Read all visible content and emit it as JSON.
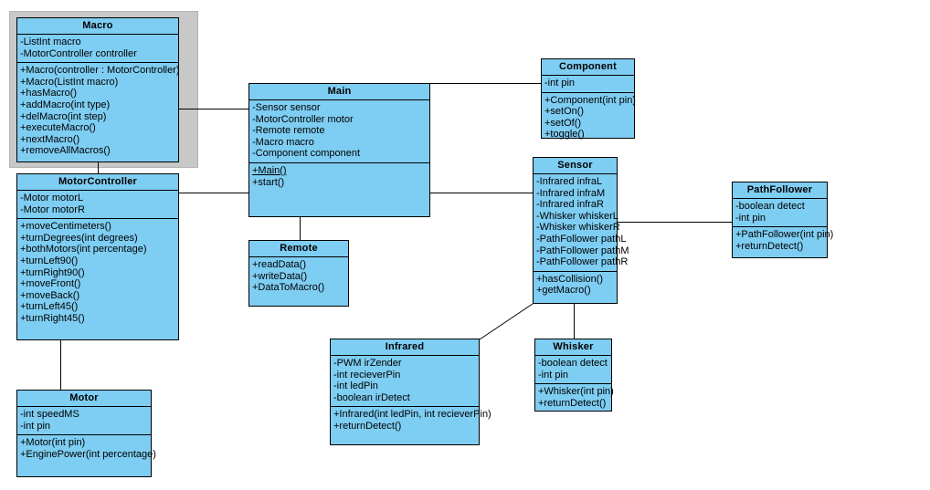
{
  "diagram": {
    "title": "UML Class Diagram",
    "style": {
      "class_fill": "#7ecdf2",
      "class_border": "#000000",
      "selection_frame": "#c8c8c8",
      "connector": "#000000",
      "background": "#ffffff"
    },
    "selection": {
      "target": "Macro"
    }
  },
  "classes": [
    {
      "id": "macro",
      "name": "Macro",
      "attributes": [
        "-ListInt macro",
        "-MotorController controller"
      ],
      "methods": [
        "+Macro(controller : MotorController)",
        "+Macro(ListInt macro)",
        "+hasMacro()",
        "+addMacro(int type)",
        "+delMacro(int step)",
        "+executeMacro()",
        "+nextMacro()",
        "+removeAllMacros()"
      ]
    },
    {
      "id": "motorcontroller",
      "name": "MotorController",
      "attributes": [
        "-Motor motorL",
        "-Motor motorR"
      ],
      "methods": [
        "+moveCentimeters()",
        "+turnDegrees(int degrees)",
        "+bothMotors(int percentage)",
        "+turnLeft90()",
        "+turnRight90()",
        "+moveFront()",
        "+moveBack()",
        "+turnLeft45()",
        "+turnRight45()"
      ]
    },
    {
      "id": "motor",
      "name": "Motor",
      "attributes": [
        "-int speedMS",
        "-int pin"
      ],
      "methods": [
        "+Motor(int pin)",
        "+EnginePower(int percentage)"
      ]
    },
    {
      "id": "main",
      "name": "Main",
      "attributes": [
        "-Sensor sensor",
        "-MotorController motor",
        "-Remote remote",
        "-Macro macro",
        "-Component component"
      ],
      "methods": [
        "+Main()",
        "+start()"
      ],
      "static_methods": [
        "+Main()"
      ]
    },
    {
      "id": "remote",
      "name": "Remote",
      "attributes": [],
      "methods": [
        "+readData()",
        "+writeData()",
        "+DataToMacro()"
      ]
    },
    {
      "id": "component",
      "name": "Component",
      "attributes": [
        "-int pin"
      ],
      "methods": [
        "+Component(int pin)",
        "+setOn()",
        "+setOf()",
        "+toggle()"
      ]
    },
    {
      "id": "sensor",
      "name": "Sensor",
      "attributes": [
        "-Infrared infraL",
        "-Infrared infraM",
        "-Infrared infraR",
        "-Whisker whiskerL",
        "-Whisker whiskerR",
        "-PathFollower pathL",
        "-PathFollower pathM",
        "-PathFollower pathR"
      ],
      "methods": [
        "+hasCollision()",
        "+getMacro()"
      ]
    },
    {
      "id": "pathfollower",
      "name": "PathFollower",
      "attributes": [
        "-boolean detect",
        "-int pin"
      ],
      "methods": [
        "+PathFollower(int pin)",
        "+returnDetect()"
      ]
    },
    {
      "id": "infrared",
      "name": "Infrared",
      "attributes": [
        "-PWM irZender",
        "-int recieverPin",
        "-int ledPin",
        "-boolean irDetect"
      ],
      "methods": [
        "+Infrared(int ledPin, int recieverPin)",
        "+returnDetect()"
      ]
    },
    {
      "id": "whisker",
      "name": "Whisker",
      "attributes": [
        "-boolean detect",
        "-int pin"
      ],
      "methods": [
        "+Whisker(int pin)",
        "+returnDetect()"
      ]
    }
  ],
  "connections": [
    {
      "from": "Macro",
      "to": "Main",
      "type": "association"
    },
    {
      "from": "MotorController",
      "to": "Main",
      "type": "association"
    },
    {
      "from": "MotorController",
      "to": "Macro",
      "type": "association"
    },
    {
      "from": "MotorController",
      "to": "Motor",
      "type": "association"
    },
    {
      "from": "Main",
      "to": "Component",
      "type": "association"
    },
    {
      "from": "Main",
      "to": "Remote",
      "type": "association"
    },
    {
      "from": "Main",
      "to": "Sensor",
      "type": "association"
    },
    {
      "from": "Sensor",
      "to": "PathFollower",
      "type": "association"
    },
    {
      "from": "Sensor",
      "to": "Infrared",
      "type": "association"
    },
    {
      "from": "Sensor",
      "to": "Whisker",
      "type": "association"
    }
  ]
}
